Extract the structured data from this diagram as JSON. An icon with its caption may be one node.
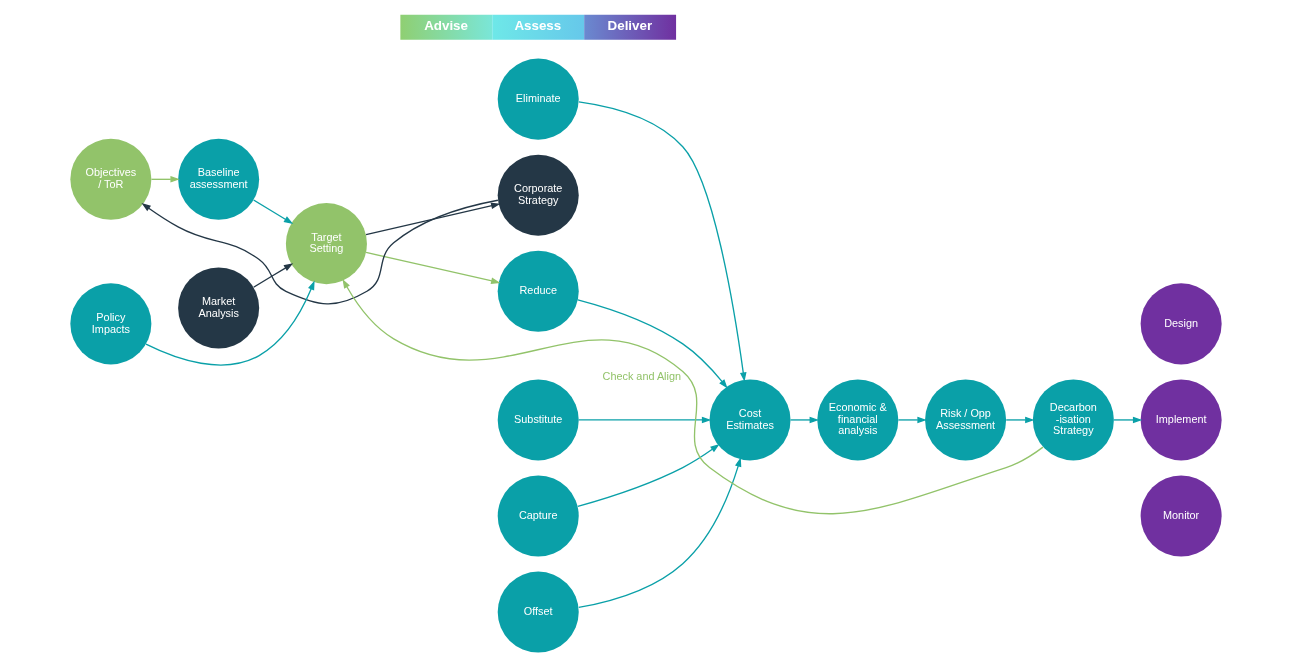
{
  "diagram": {
    "nodes": [
      {
        "text": [
          "Advise",
          "Assess",
          "Deliver"
        ]
      },
      {
        "text": [
          "Market Analysis"
        ]
      },
      {
        "text": [
          "Objectives / ToR"
        ]
      },
      {
        "text": [
          "Baseline assessment"
        ]
      },
      {
        "text": [
          "Target Setting"
        ]
      },
      {
        "text": [
          "Corporate Strategy"
        ]
      },
      {
        "text": [
          "Policy Impacts"
        ]
      },
      {
        "text": [
          "Eliminate"
        ]
      },
      {
        "text": [
          "Substitute"
        ]
      },
      {
        "text": [
          "Reduce"
        ]
      },
      {
        "text": [
          "Capture"
        ]
      },
      {
        "text": [
          "Offset"
        ]
      },
      {
        "text": [
          "Cost Estimates"
        ]
      },
      {
        "text": [
          "Economic & financial analysis"
        ]
      },
      {
        "text": [
          "Risk / Opp Assessment"
        ]
      },
      {
        "text": [
          "Decarbon -isation Strategy"
        ]
      },
      {
        "text": [
          "Design"
        ]
      },
      {
        "text": [
          "Implement"
        ]
      },
      {
        "text": [
          "Monitor"
        ]
      }
    ],
    "edges": [
      {
        "from": 1,
        "to": 4,
        "arrow": "to",
        "color": "#243746"
      },
      {
        "from": 2,
        "to": 3,
        "arrow": "to",
        "color": "#92c36a"
      },
      {
        "from": 3,
        "to": 4,
        "arrow": "to"
      },
      {
        "from": 4,
        "to": 5,
        "arrow": "to",
        "color": "#243746"
      },
      {
        "from": 5,
        "to": 2,
        "arrow": "to",
        "color": "#243746"
      },
      {
        "from": 6,
        "to": 4,
        "arrow": "to"
      },
      {
        "from": 4,
        "to": 9,
        "arrow": "to",
        "color": "#92c36a"
      },
      {
        "from": 7,
        "to": 12,
        "arrow": "to"
      },
      {
        "from": 8,
        "to": 12,
        "arrow": "to"
      },
      {
        "from": 9,
        "to": 12,
        "arrow": "to"
      },
      {
        "from": 10,
        "to": 12,
        "arrow": "to"
      },
      {
        "from": 11,
        "to": 12,
        "arrow": "to"
      },
      {
        "from": 12,
        "to": 13,
        "arrow": "to"
      },
      {
        "from": 13,
        "to": 14,
        "arrow": "to"
      },
      {
        "from": 14,
        "to": 15,
        "arrow": "to"
      },
      {
        "from": 15,
        "to": 17,
        "arrow": "to"
      },
      {
        "from": 15,
        "to": 4,
        "arrow": "to",
        "label": "Check and Align",
        "color": "#92c36a"
      }
    ]
  }
}
